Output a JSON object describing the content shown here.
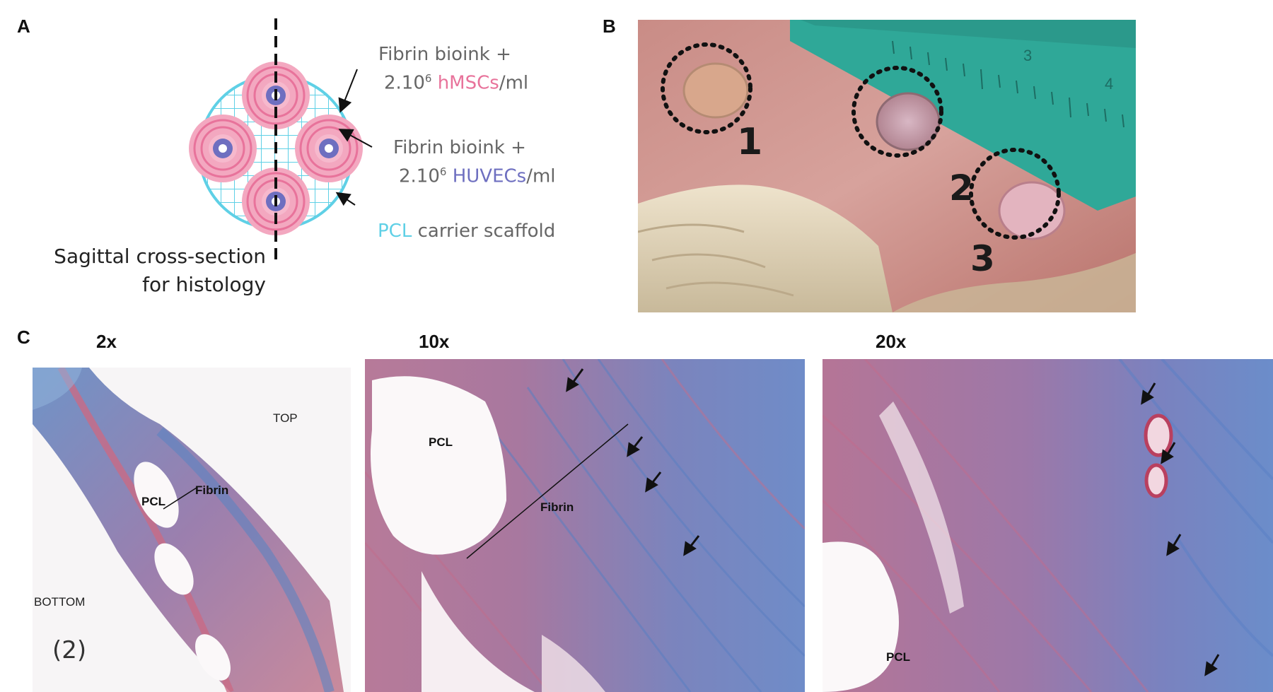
{
  "panels": {
    "A": {
      "letter": "A",
      "legend": {
        "hmsc_line1": "Fibrin bioink +",
        "hmsc_line2_prefix": "2.10",
        "hmsc_exp": "6",
        "hmsc_cells": "hMSCs",
        "hmsc_unit": "/ml",
        "huvec_line1": "Fibrin bioink +",
        "huvec_line2_prefix": "2.10",
        "huvec_exp": "6",
        "huvec_cells": "HUVECs",
        "huvec_unit": "/ml",
        "pcl": "PCL",
        "pcl_rest": " carrier scaffold"
      },
      "caption_line1": "Sagittal cross-section",
      "caption_line2": "for histology",
      "colors": {
        "hmsc": "#e8739b",
        "huvec": "#6e6fc0",
        "pcl": "#5fd0e6"
      }
    },
    "B": {
      "letter": "B",
      "wells": [
        "1",
        "2",
        "3"
      ],
      "ruler_digits": [
        "3",
        "4"
      ]
    },
    "C": {
      "letter": "C",
      "magnifications": [
        "2x",
        "10x",
        "20x"
      ],
      "img1": {
        "top": "TOP",
        "bottom": "BOTTOM",
        "pcl": "PCL",
        "fibrin": "Fibrin",
        "sample": "(2)"
      },
      "img2": {
        "pcl": "PCL",
        "fibrin": "Fibrin"
      },
      "img3": {
        "pcl": "PCL"
      }
    }
  }
}
